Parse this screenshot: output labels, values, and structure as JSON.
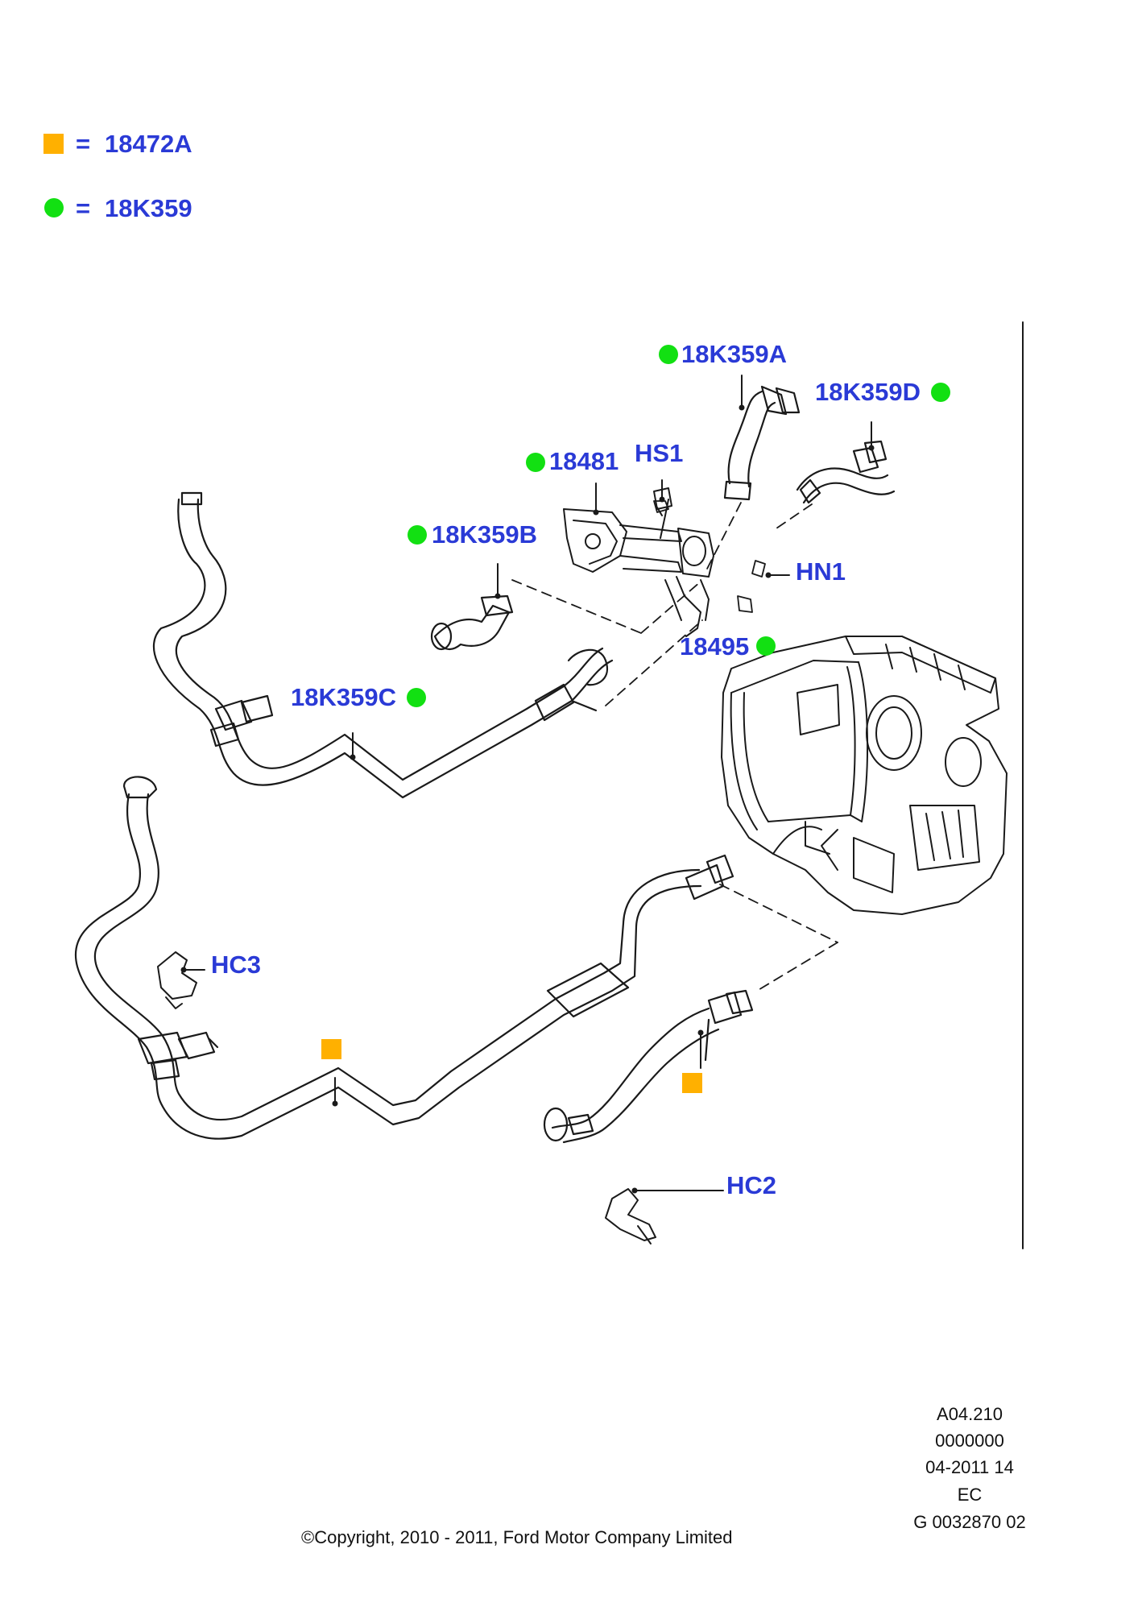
{
  "colors": {
    "accent_blue": "#2a3ad6",
    "marker_green": "#12e012",
    "marker_orange": "#ffb000",
    "line": "#1a1a1a"
  },
  "legend": [
    {
      "marker": "square",
      "equals": "=",
      "part": "18472A"
    },
    {
      "marker": "circle",
      "equals": "=",
      "part": "18K359"
    }
  ],
  "callouts": {
    "c18K359A": "18K359A",
    "c18K359D": "18K359D",
    "c18481": "18481",
    "cHS1": "HS1",
    "c18K359B": "18K359B",
    "cHN1": "HN1",
    "c18495": "18495",
    "c18K359C": "18K359C",
    "cHC3": "HC3",
    "cHC2": "HC2"
  },
  "info_block": [
    "A04.210",
    "0000000",
    "04-2011 14",
    "EC",
    "G 0032870 02"
  ],
  "copyright": "©Copyright, 2010 - 2011, Ford Motor Company Limited"
}
